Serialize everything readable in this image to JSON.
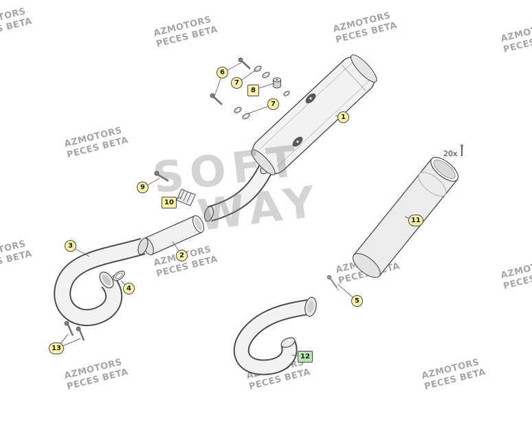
{
  "watermark": {
    "line1": "AZMOTORS",
    "line2": "PECES BETA",
    "center_line1": "SOFT",
    "center_line2": "WAY"
  },
  "annotation": {
    "qty_label": "20x"
  },
  "callouts": [
    {
      "label": "6"
    },
    {
      "label": "7"
    },
    {
      "label": "8"
    },
    {
      "label": "7"
    },
    {
      "label": "1"
    },
    {
      "label": "9"
    },
    {
      "label": "10"
    },
    {
      "label": "2"
    },
    {
      "label": "3"
    },
    {
      "label": "4"
    },
    {
      "label": "11"
    },
    {
      "label": "5"
    },
    {
      "label": "13"
    },
    {
      "label": "12"
    }
  ],
  "colors": {
    "highlight_yellow": "#f9f2a8",
    "highlight_green": "#b9e4b4",
    "line": "#4d4d4d"
  }
}
